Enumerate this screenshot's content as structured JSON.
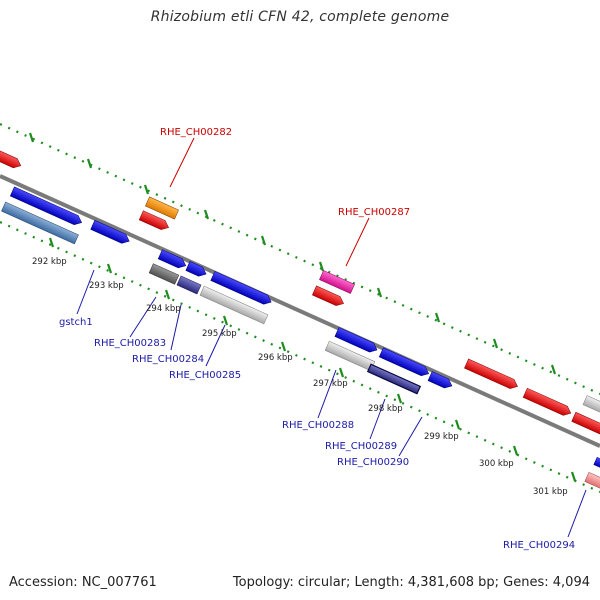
{
  "title": "Rhizobium etli CFN 42, complete genome",
  "footer": {
    "accession": "Accession: NC_007761",
    "summary": "Topology: circular; Length: 4,381,608 bp; Genes: 4,094"
  },
  "colors": {
    "label_highlight": "#cc0000",
    "label_normal": "#1a1aa8",
    "backbone": "#7a7a7a",
    "ticks": "#1e8c1e"
  },
  "ticks": [
    "292 kbp",
    "293 kbp",
    "294 kbp",
    "295 kbp",
    "296 kbp",
    "297 kbp",
    "298 kbp",
    "299 kbp",
    "300 kbp",
    "301 kbp"
  ],
  "gene_labels": [
    {
      "text": "RHE_CH00282",
      "highlight": true
    },
    {
      "text": "RHE_CH00287",
      "highlight": true
    },
    {
      "text": "gstch1",
      "highlight": false
    },
    {
      "text": "RHE_CH00283",
      "highlight": false
    },
    {
      "text": "RHE_CH00284",
      "highlight": false
    },
    {
      "text": "RHE_CH00285",
      "highlight": false
    },
    {
      "text": "RHE_CH00288",
      "highlight": false
    },
    {
      "text": "RHE_CH00289",
      "highlight": false
    },
    {
      "text": "RHE_CH00290",
      "highlight": false
    },
    {
      "text": "RHE_CH00294",
      "highlight": false
    }
  ]
}
